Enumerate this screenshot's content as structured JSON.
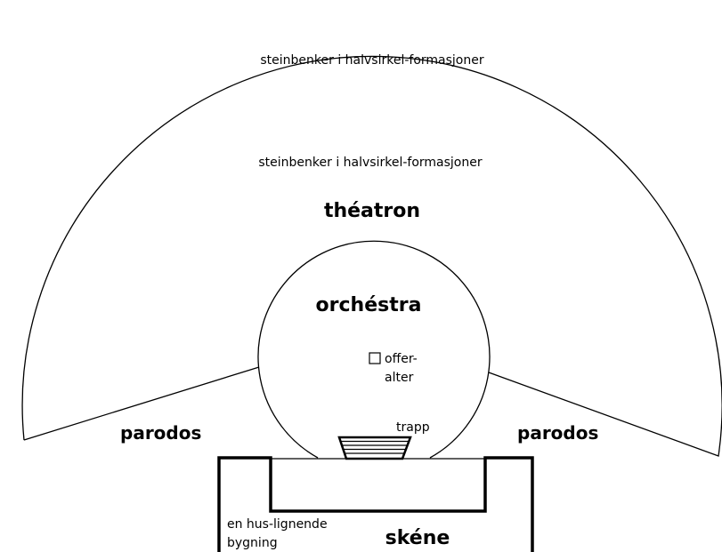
{
  "labels": {
    "outer_rows": "steinbenker i halvsirkel-formasjoner",
    "inner_rows": "steinbenker i halvsirkel-formasjoner",
    "theatron": "théatron",
    "orchestra": "orchéstra",
    "altar_line1": "offer-",
    "altar_line2": "alter",
    "stairs": "trapp",
    "parodos_left": "parodos",
    "parodos_right": "parodos",
    "building_line1": "en hus-lignende",
    "building_line2": "bygning",
    "skene": "skéne"
  },
  "colors": {
    "line": "#000000",
    "background": "#ffffff"
  }
}
